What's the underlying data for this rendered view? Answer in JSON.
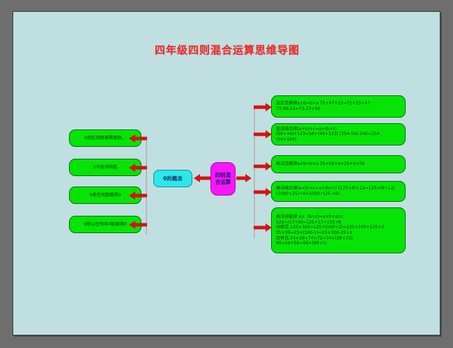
{
  "page": {
    "title": "四年级四则混合运算思维导图",
    "canvas_color": "#bfdfe0",
    "frame_color": "#6e6e6e",
    "title_color": "#ec2c2c",
    "node_green": "#05e405",
    "node_cyan": "#2ce8e8",
    "node_magenta": "#f518f5",
    "arrow_color": "#d41414"
  },
  "center": {
    "concept_label": "0的概念",
    "root_label": "四则混\n合运算"
  },
  "left_branches": [
    {
      "label": "0加任何数都得原数。"
    },
    {
      "label": "0不能作除数"
    },
    {
      "label": "0乘任何数都得0"
    },
    {
      "label": "0除以任何非0数都得0"
    }
  ],
  "right_branches": [
    {
      "label": "加法交换律a+b=b+a   75+47+15=75+15+47\n73-56-23=73-23+56"
    },
    {
      "label": "加法结合律(a+b)+c=a+(b+c)\n(56+44)+123=56+(44+123)   (254-54)-140=254-(54+140)"
    },
    {
      "label": "乘法交换律a×b=b×a   25×56×4=25×4×56"
    },
    {
      "label": "乘法结合律(a×b)×c=a×(b×c)  (125×8)×12=125×(8×12)\n(1000÷25)÷8=1000÷(25 ×8)"
    },
    {
      "label": "乘法分配律  a×（b+c)=a×b+a×c\n125×(17+8)=125×17+125×8\n  分解式:125×102=125×(100+2)=125×100+125×2\n        25×99=25×(100-1)=25×100-25×1\n  合并式:74×28+74×72=74×(28+72)\n            99×56+56=56×(99+1)"
    }
  ]
}
